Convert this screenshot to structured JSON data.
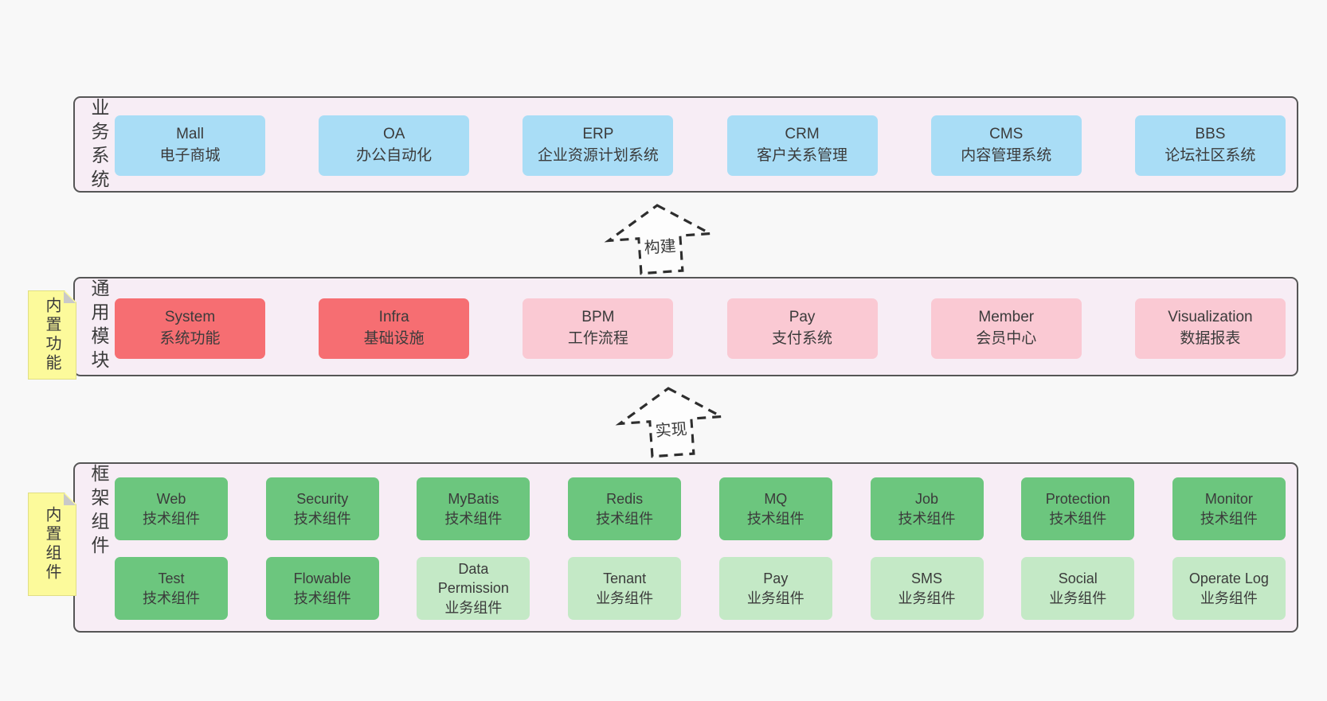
{
  "colors": {
    "page-bg": "#f8f8f8",
    "layer-bg": "#f7edf5",
    "layer-border": "#565656",
    "blue": "#a9ddf6",
    "red": "#f66e72",
    "pink": "#fac9d3",
    "green": "#6cc67e",
    "lightgreen": "#c4e9c6",
    "note-bg": "#fcfa9b",
    "note-border": "#e0de85",
    "note-fold": "#c9c9c9",
    "arrow-stroke": "#2e2e2e",
    "text": "#3b3b3b"
  },
  "layers": [
    {
      "id": "business",
      "label": "业务系统",
      "boxes": [
        {
          "title": "Mall",
          "subtitle": "电子商城",
          "variant": "blue"
        },
        {
          "title": "OA",
          "subtitle": "办公自动化",
          "variant": "blue"
        },
        {
          "title": "ERP",
          "subtitle": "企业资源计划系统",
          "variant": "blue"
        },
        {
          "title": "CRM",
          "subtitle": "客户关系管理",
          "variant": "blue"
        },
        {
          "title": "CMS",
          "subtitle": "内容管理系统",
          "variant": "blue"
        },
        {
          "title": "BBS",
          "subtitle": "论坛社区系统",
          "variant": "blue"
        }
      ]
    },
    {
      "id": "modules",
      "label": "通用模块",
      "note": "内置功能",
      "boxes": [
        {
          "title": "System",
          "subtitle": "系统功能",
          "variant": "red"
        },
        {
          "title": "Infra",
          "subtitle": "基础设施",
          "variant": "red"
        },
        {
          "title": "BPM",
          "subtitle": "工作流程",
          "variant": "pink"
        },
        {
          "title": "Pay",
          "subtitle": "支付系统",
          "variant": "pink"
        },
        {
          "title": "Member",
          "subtitle": "会员中心",
          "variant": "pink"
        },
        {
          "title": "Visualization",
          "subtitle": "数据报表",
          "variant": "pink"
        }
      ]
    },
    {
      "id": "components",
      "label": "框架组件",
      "note": "内置组件",
      "rows": [
        [
          {
            "title": "Web",
            "subtitle": "技术组件",
            "variant": "green"
          },
          {
            "title": "Security",
            "subtitle": "技术组件",
            "variant": "green"
          },
          {
            "title": "MyBatis",
            "subtitle": "技术组件",
            "variant": "green"
          },
          {
            "title": "Redis",
            "subtitle": "技术组件",
            "variant": "green"
          },
          {
            "title": "MQ",
            "subtitle": "技术组件",
            "variant": "green"
          },
          {
            "title": "Job",
            "subtitle": "技术组件",
            "variant": "green"
          },
          {
            "title": "Protection",
            "subtitle": "技术组件",
            "variant": "green"
          },
          {
            "title": "Monitor",
            "subtitle": "技术组件",
            "variant": "green"
          }
        ],
        [
          {
            "title": "Test",
            "subtitle": "技术组件",
            "variant": "green"
          },
          {
            "title": "Flowable",
            "subtitle": "技术组件",
            "variant": "green"
          },
          {
            "title": "Data Permission",
            "subtitle": "业务组件",
            "variant": "lightgreen"
          },
          {
            "title": "Tenant",
            "subtitle": "业务组件",
            "variant": "lightgreen"
          },
          {
            "title": "Pay",
            "subtitle": "业务组件",
            "variant": "lightgreen"
          },
          {
            "title": "SMS",
            "subtitle": "业务组件",
            "variant": "lightgreen"
          },
          {
            "title": "Social",
            "subtitle": "业务组件",
            "variant": "lightgreen"
          },
          {
            "title": "Operate Log",
            "subtitle": "业务组件",
            "variant": "lightgreen"
          }
        ]
      ]
    }
  ],
  "arrows": [
    {
      "label": "构建"
    },
    {
      "label": "实现"
    }
  ]
}
